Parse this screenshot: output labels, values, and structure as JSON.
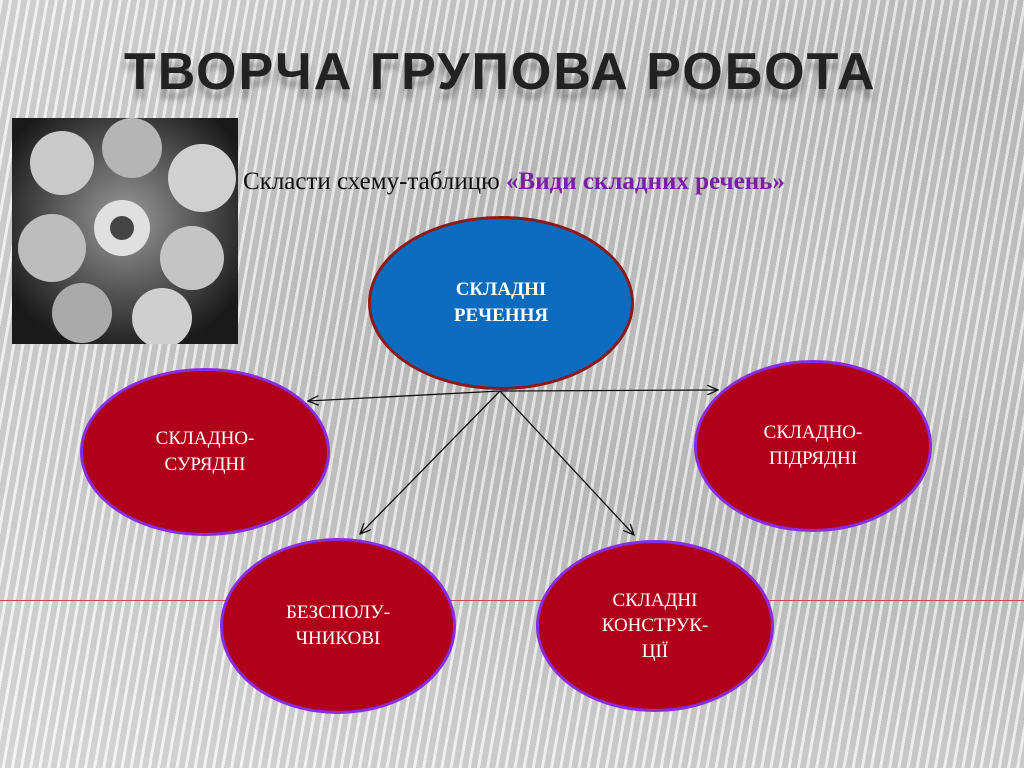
{
  "slide": {
    "title": "ТВОРЧА ГРУПОВА РОБОТА",
    "subtitle_plain": "Скласти схему-таблицю ",
    "subtitle_accent": "«Види складних речень»"
  },
  "diagram": {
    "root": "СКЛАДНІ\nРЕЧЕННЯ",
    "nodes": {
      "compound": "СКЛАДНО-\nСУРЯДНІ",
      "complex": "СКЛАДНО-\nПІДРЯДНІ",
      "asyndetic": "БЕЗСПОЛУ-\nЧНИКОВІ",
      "constructions": "СКЛАДНІ\nКОНСТРУК-\nЦІЇ"
    },
    "colors": {
      "root_fill": "#0a6bbf",
      "node_fill": "#b0001a",
      "node_border": "#8a2be2",
      "accent_text": "#7a1fa2"
    }
  }
}
